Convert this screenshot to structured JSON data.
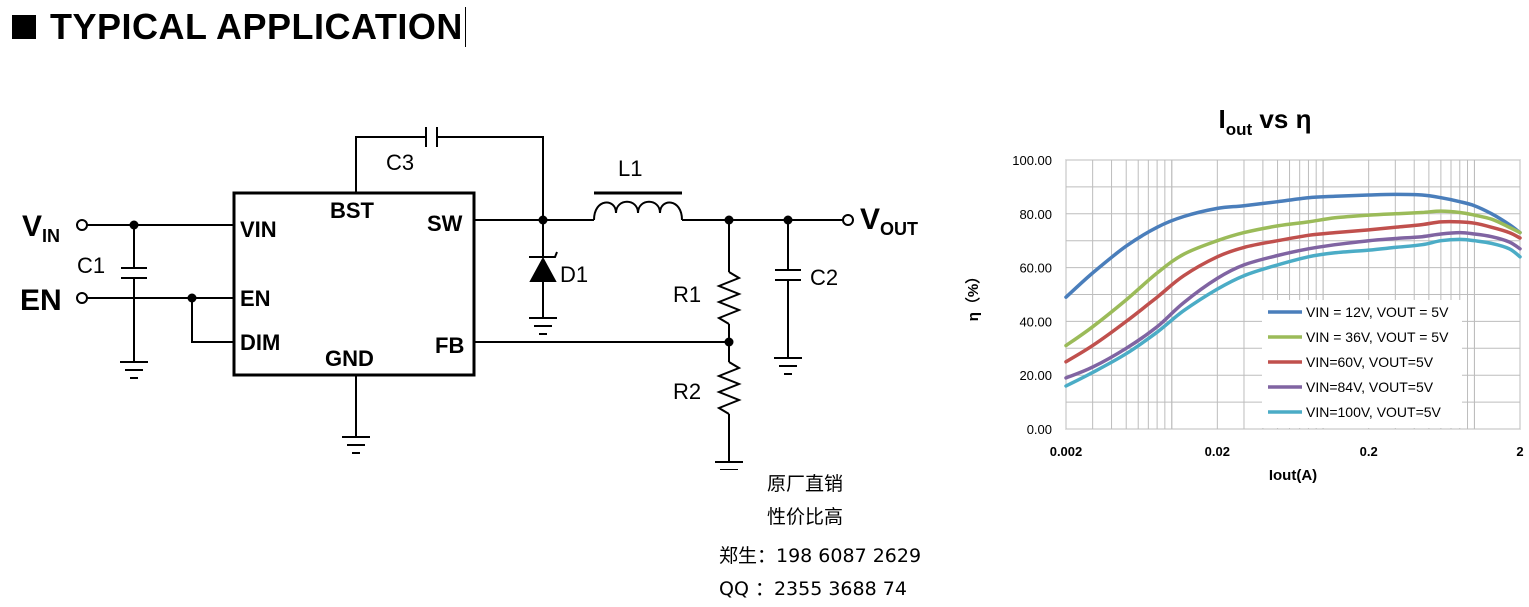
{
  "header": {
    "title": "TYPICAL APPLICATION"
  },
  "circuit": {
    "vin": {
      "main": "V",
      "sub": "IN"
    },
    "vout": {
      "main": "V",
      "sub": "OUT"
    },
    "en": "EN",
    "ic_pins": {
      "vin": "VIN",
      "en": "EN",
      "dim": "DIM",
      "bst": "BST",
      "sw": "SW",
      "gnd": "GND",
      "fb": "FB"
    },
    "components": {
      "c1": "C1",
      "c2": "C2",
      "c3": "C3",
      "l1": "L1",
      "d1": "D1",
      "r1": "R1",
      "r2": "R2"
    }
  },
  "contact": {
    "line1": "原厂直销",
    "line2": "性价比高",
    "phone": "郑生：198 6087 2629",
    "qq": "QQ ：2355 3688 74"
  },
  "chart_data": {
    "type": "line",
    "title_main": "I",
    "title_sub": "out",
    "title_rest": " vs η",
    "xlabel": "Iout(A)",
    "ylabel": "η（%）",
    "x_scale": "log",
    "xlim": [
      0.002,
      2
    ],
    "ylim": [
      0,
      100
    ],
    "x_ticks": [
      0.002,
      0.02,
      0.2,
      2
    ],
    "x_tick_labels": [
      "0.002",
      "0.02",
      "0.2",
      "2"
    ],
    "y_ticks": [
      0,
      20,
      40,
      60,
      80,
      100
    ],
    "y_tick_labels": [
      "0.00",
      "20.00",
      "40.00",
      "60.00",
      "80.00",
      "100.00"
    ],
    "grid": true,
    "legend_position": "bottom-right",
    "series": [
      {
        "name": "VIN = 12V, VOUT = 5V",
        "color": "#4a7ebb",
        "x": [
          0.002,
          0.003,
          0.005,
          0.008,
          0.012,
          0.02,
          0.03,
          0.05,
          0.08,
          0.12,
          0.2,
          0.3,
          0.45,
          0.6,
          0.8,
          1.0,
          1.3,
          1.7,
          2.0
        ],
        "y": [
          49,
          58,
          68,
          75,
          79,
          82,
          83,
          84.5,
          86,
          86.5,
          87,
          87.2,
          87,
          86,
          84.5,
          83,
          80,
          76,
          73
        ]
      },
      {
        "name": "VIN = 36V, VOUT = 5V",
        "color": "#9bbb59",
        "x": [
          0.002,
          0.003,
          0.005,
          0.008,
          0.012,
          0.02,
          0.03,
          0.05,
          0.08,
          0.12,
          0.2,
          0.3,
          0.45,
          0.6,
          0.8,
          1.0,
          1.3,
          1.7,
          2.0
        ],
        "y": [
          31,
          38,
          48,
          58,
          65,
          70,
          73,
          75.5,
          77,
          78.5,
          79.5,
          80,
          80.5,
          81,
          80.5,
          79.5,
          78,
          75,
          73
        ]
      },
      {
        "name": "VIN=60V, VOUT=5V",
        "color": "#c0504d",
        "x": [
          0.002,
          0.003,
          0.005,
          0.008,
          0.012,
          0.02,
          0.03,
          0.05,
          0.08,
          0.12,
          0.2,
          0.3,
          0.45,
          0.6,
          0.8,
          1.0,
          1.3,
          1.7,
          2.0
        ],
        "y": [
          25,
          31,
          40,
          49,
          57,
          64,
          67.5,
          70,
          72,
          73,
          74,
          75,
          76,
          77,
          77,
          76.5,
          75,
          73,
          71
        ]
      },
      {
        "name": "VIN=84V, VOUT=5V",
        "color": "#8064a2",
        "x": [
          0.002,
          0.003,
          0.005,
          0.008,
          0.012,
          0.02,
          0.03,
          0.05,
          0.08,
          0.12,
          0.2,
          0.3,
          0.45,
          0.6,
          0.8,
          1.0,
          1.3,
          1.7,
          2.0
        ],
        "y": [
          19,
          23,
          30,
          38,
          47,
          56,
          61,
          64.5,
          67,
          68.5,
          70,
          70.8,
          71.5,
          72.5,
          73,
          72.5,
          71.5,
          69.5,
          67
        ]
      },
      {
        "name": "VIN=100V, VOUT=5V",
        "color": "#4bacc6",
        "x": [
          0.002,
          0.003,
          0.005,
          0.008,
          0.012,
          0.02,
          0.03,
          0.05,
          0.08,
          0.12,
          0.2,
          0.3,
          0.45,
          0.6,
          0.8,
          1.0,
          1.3,
          1.7,
          2.0
        ],
        "y": [
          16,
          21,
          28,
          36,
          44,
          52,
          57,
          61,
          64,
          65.5,
          66.5,
          67.5,
          68.5,
          70,
          70.5,
          70,
          69,
          67,
          64
        ]
      }
    ]
  }
}
